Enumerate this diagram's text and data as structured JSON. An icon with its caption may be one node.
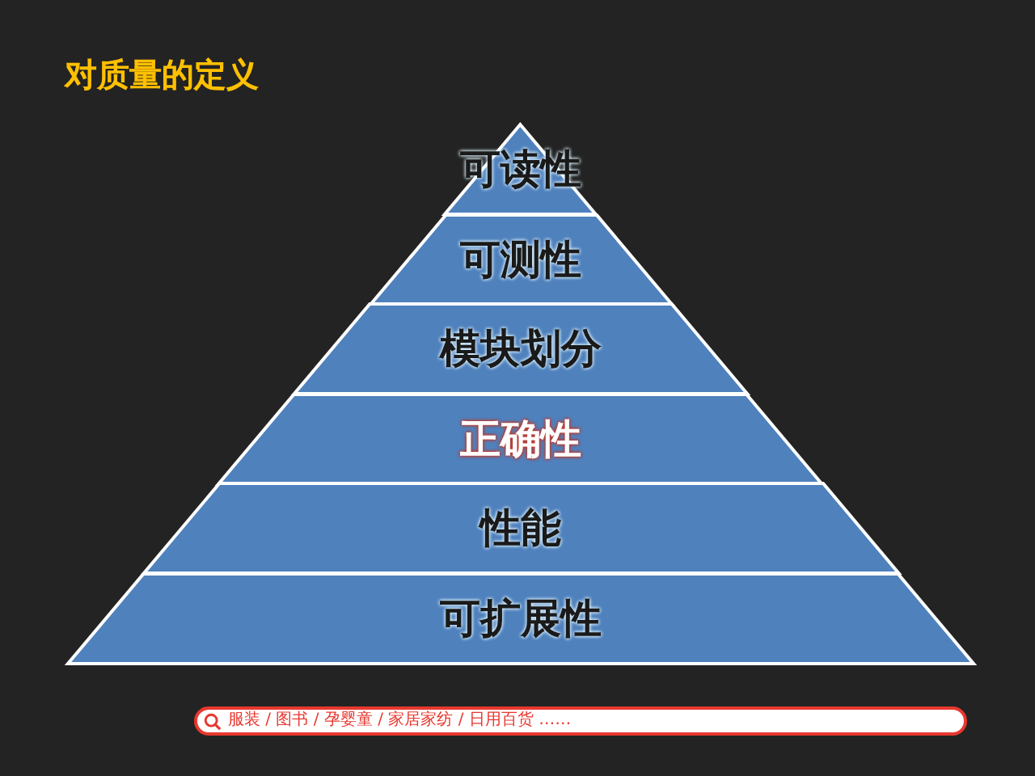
{
  "diagram": {
    "title": "对质量的定义",
    "nodes": [
      {
        "text": [
          "可读性"
        ]
      },
      {
        "text": [
          "可测性"
        ]
      },
      {
        "text": [
          "模块划分"
        ]
      },
      {
        "text": [
          "正确性"
        ]
      },
      {
        "text": [
          "性能"
        ]
      },
      {
        "text": [
          "可扩展性"
        ]
      }
    ],
    "labels": [
      "服装 / 图书 / 孕婴童 / 家居家纺 / 日用百货 ……"
    ]
  }
}
